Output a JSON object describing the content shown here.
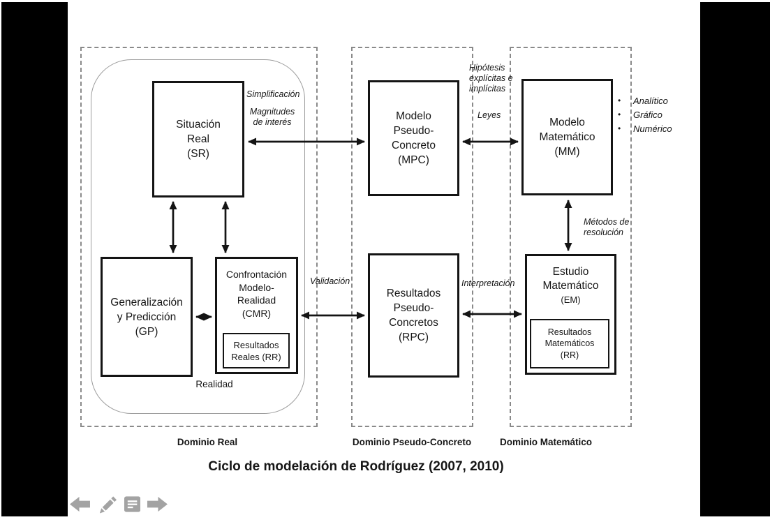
{
  "colors": {
    "background": "#ffffff",
    "letterbox": "#000000",
    "stroke": "#141414",
    "dashed_border": "#8a8a8a",
    "icon_gray": "#a3a3a3"
  },
  "diagram": {
    "title": "Ciclo de modelación de Rodríguez (2007, 2010)",
    "domain_labels": {
      "real": "Dominio Real",
      "pseudo": "Dominio Pseudo-Concreto",
      "matematico": "Dominio Matemático"
    },
    "region_label": "Realidad",
    "boxes": {
      "sr": [
        "Situación",
        "Real",
        "(SR)"
      ],
      "mpc": [
        "Modelo",
        "Pseudo-",
        "Concreto",
        "(MPC)"
      ],
      "mm": [
        "Modelo",
        "Matemático",
        "(MM)"
      ],
      "gp": [
        "Generalización",
        "y Predicción",
        "(GP)"
      ],
      "cmr": [
        "Confrontación",
        "Modelo-",
        "Realidad",
        "(CMR)"
      ],
      "rr_real": [
        "Resultados",
        "Reales (RR)"
      ],
      "rpc": [
        "Resultados",
        "Pseudo-",
        "Concretos",
        "(RPC)"
      ],
      "em": [
        "Estudio",
        "Matemático",
        "(EM)"
      ],
      "rr_mat": [
        "Resultados",
        "Matemáticos",
        "(RR)"
      ]
    },
    "arrow_labels": {
      "simplificacion": "Simplificación",
      "magnitudes": [
        "Magnitudes",
        "de interés"
      ],
      "hipotesis": [
        "Hipótesis",
        "explícitas e",
        "implícitas"
      ],
      "leyes": "Leyes",
      "validacion": "Validación",
      "interpretacion": "Interpretación",
      "metodos": [
        "Métodos de",
        "resolución"
      ]
    },
    "bullet_glyph": "•",
    "bullets": [
      "Analítico",
      "Gráfico",
      "Numérico"
    ]
  },
  "player": {
    "previous_icon": "left-arrow",
    "annotate_icon": "pencil",
    "notes_icon": "notes-list",
    "next_icon": "right-arrow"
  }
}
